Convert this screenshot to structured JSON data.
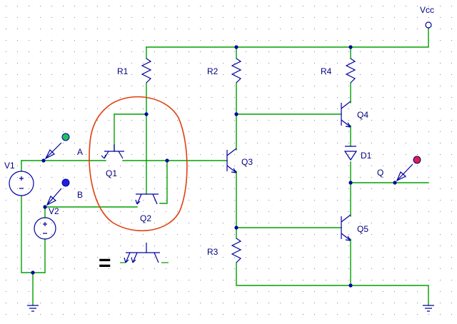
{
  "labels": {
    "vcc": "Vcc",
    "r1": "R1",
    "r2": "R2",
    "r3": "R3",
    "r4": "R4",
    "q1": "Q1",
    "q2": "Q2",
    "q3": "Q3",
    "q4": "Q4",
    "q5": "Q5",
    "d1": "D1",
    "v1": "V1",
    "v2": "V2",
    "node_a": "A",
    "node_b": "B",
    "node_q": "Q"
  },
  "equivalence_sign": "=",
  "colors": {
    "wire": "#00a000",
    "component": "#0000a0",
    "label": "#000080",
    "highlight_ring": "#e04010",
    "probe_a": "#20c060",
    "probe_b": "#2020e0",
    "probe_q": "#e02040",
    "grid_dot": "#8080a0"
  },
  "grid": true
}
